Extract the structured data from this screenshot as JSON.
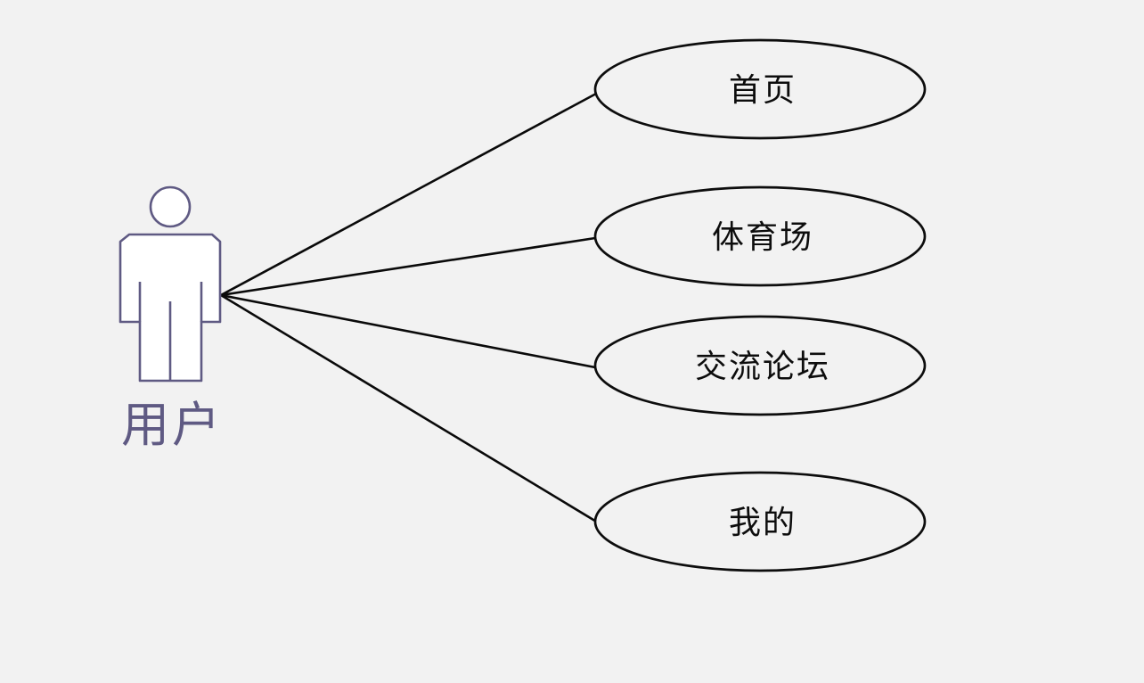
{
  "canvas": {
    "background_color": "#f2f2f2",
    "connector_color": "#0a0a0a",
    "ellipse_stroke_color": "#0d0d0d",
    "ellipse_fill_color": "#f2f2f2"
  },
  "actor": {
    "label": "用户",
    "outline_color": "#5f5a83",
    "label_color": "#5f5a83"
  },
  "use_cases": [
    {
      "label": "首页"
    },
    {
      "label": "体育场"
    },
    {
      "label": "交流论坛"
    },
    {
      "label": "我的"
    }
  ]
}
